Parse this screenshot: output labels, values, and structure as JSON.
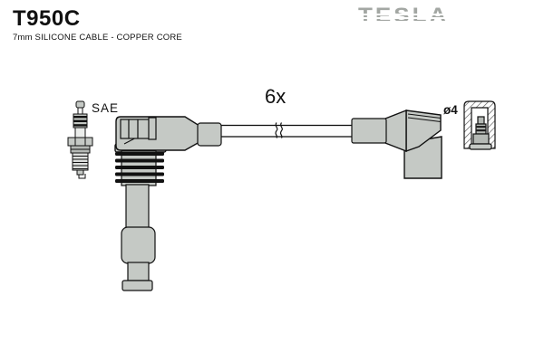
{
  "header": {
    "part_number": "T950C",
    "subtitle": "7mm SILICONE CABLE - COPPER CORE"
  },
  "brand": {
    "logo_text": "TESLA"
  },
  "diagram": {
    "quantity_label": "6x",
    "connector_standard_label": "SAE",
    "terminal_diameter_label": "ø4"
  },
  "colors": {
    "outline": "#111111",
    "part_fill": "#c5c9c5",
    "part_fill_dark": "#b5b9b5",
    "logo_gray": "#a3a7a3",
    "background": "#ffffff"
  }
}
